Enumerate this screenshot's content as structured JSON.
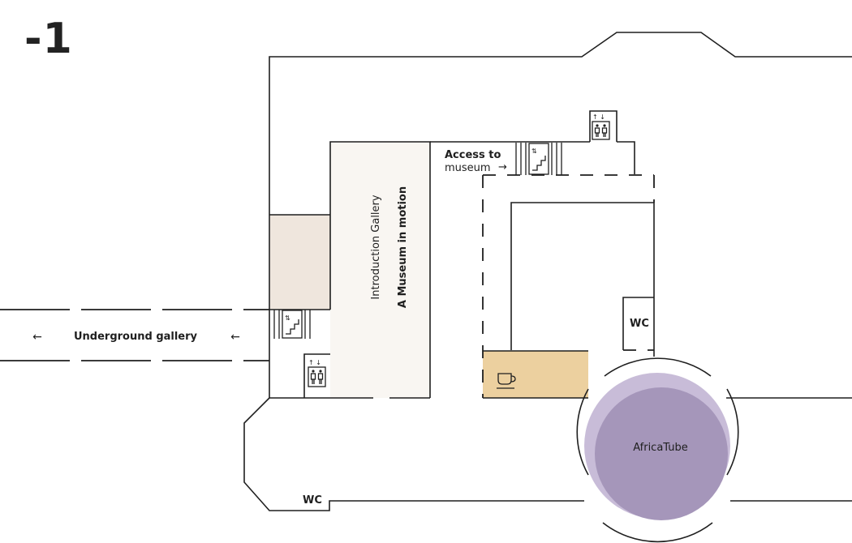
{
  "floor": {
    "label": "-1"
  },
  "labels": {
    "underground_gallery": "Underground gallery",
    "arrow_left": "←",
    "arrow_right": "→",
    "access_line1": "Access to",
    "access_line2": "museum",
    "gallery_title": "Introduction Gallery",
    "gallery_subtitle": "A Museum in motion",
    "wc_upper": "WC",
    "wc_lower": "WC",
    "africa_tube": "AfricaTube",
    "lift_arrows": "↑ ↓",
    "stair_arrows": "⇅"
  },
  "colors": {
    "wall": "#1f1f1f",
    "gallery_fill": "#f9f6f2",
    "annex_fill": "#efe6dd",
    "cafe_fill": "#ecd09f",
    "tube_outer": "#c8bcd8",
    "tube_inner": "#a596ba"
  },
  "icons": {
    "lift": "lift-icon",
    "stairs": "stairs-icon",
    "cafe": "coffee-cup-icon"
  }
}
